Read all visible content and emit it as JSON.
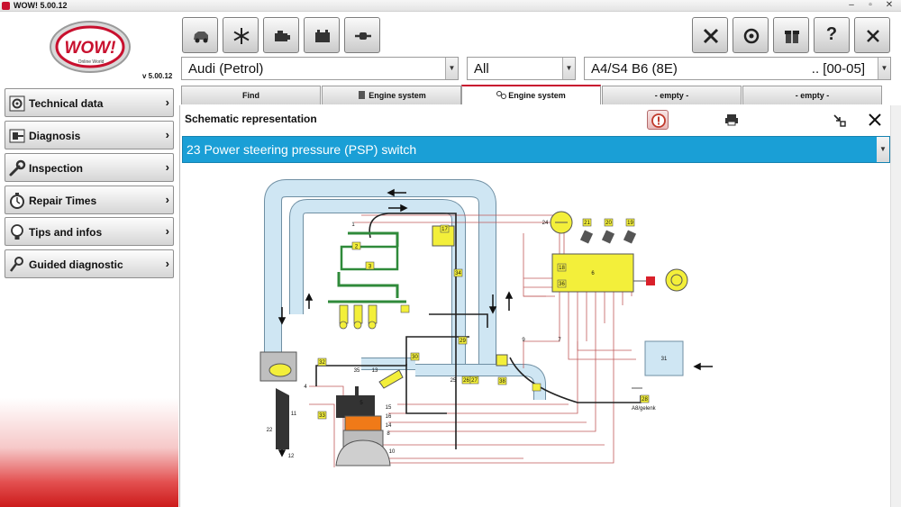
{
  "window": {
    "title": "WOW! 5.00.12"
  },
  "sidebar": {
    "version": "v 5.00.12",
    "logo_text": "WOW!",
    "logo_tagline": "Online World",
    "items": [
      {
        "label": "Technical data",
        "icon": "gear-icon"
      },
      {
        "label": "Diagnosis",
        "icon": "diagnosis-plug-icon"
      },
      {
        "label": "Inspection",
        "icon": "wrench-icon"
      },
      {
        "label": "Repair Times",
        "icon": "stopwatch-icon"
      },
      {
        "label": "Tips and infos",
        "icon": "lightbulb-icon"
      },
      {
        "label": "Guided diagnostic",
        "icon": "probe-icon"
      }
    ]
  },
  "toolbar": {
    "left": [
      "car-icon",
      "snowflake-icon",
      "engine-icon",
      "battery-icon",
      "cable-icon"
    ],
    "right": [
      "tools-icon",
      "sync-icon",
      "gift-icon",
      "help-icon",
      "close-icon"
    ],
    "help_glyph": "?"
  },
  "selectors": {
    "make": "Audi (Petrol)",
    "filter": "All",
    "model": "A4/S4 B6 (8E)",
    "years": ".. [00-05]"
  },
  "tabs": [
    {
      "label": "Find",
      "active": false
    },
    {
      "label": "Engine system",
      "active": false
    },
    {
      "label": "Engine system",
      "active": true
    },
    {
      "label": "- empty -",
      "active": false
    },
    {
      "label": "- empty -",
      "active": false
    }
  ],
  "content": {
    "title": "Schematic representation",
    "component": "23  Power steering pressure (PSP) switch"
  },
  "diagram": {
    "labels": [
      "1",
      "2",
      "3",
      "4",
      "5",
      "6",
      "7",
      "8",
      "9",
      "10",
      "11",
      "12",
      "13",
      "14",
      "15",
      "16",
      "17",
      "18",
      "19",
      "20",
      "21",
      "22",
      "24",
      "25",
      "26",
      "27",
      "28",
      "29",
      "30",
      "31",
      "32",
      "33",
      "34",
      "35",
      "36",
      "38"
    ],
    "small_text": "A8/gelenk",
    "colors": {
      "pipe_fill": "#cfe6f3",
      "pipe_stroke": "#6f8fa3",
      "component": "#f3ef3a",
      "fuel_line": "#2f8a3a",
      "wire": "#c05a5a",
      "ecu_marker": "#d9202a",
      "piston": "#f07a18"
    }
  },
  "colors": {
    "accent_red": "#c8102e",
    "component_bar": "#1a9fd6"
  }
}
